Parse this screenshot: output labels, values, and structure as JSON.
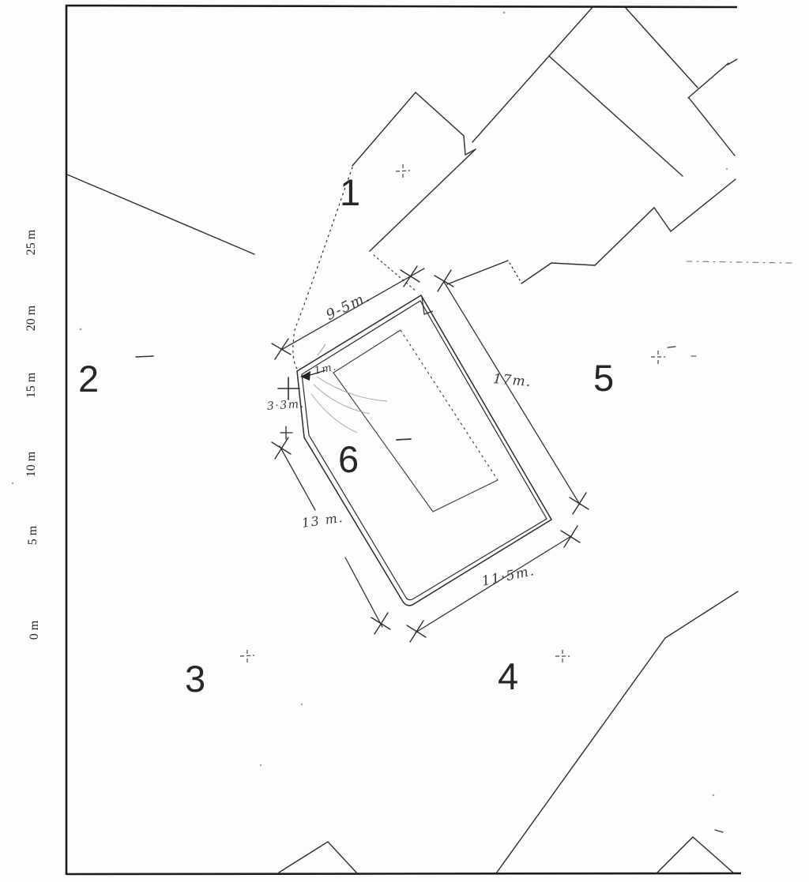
{
  "diagram": {
    "type": "scanned hand-drawn site survey plan",
    "scale_labels": [
      "25 m",
      "20 m",
      "15 m",
      "10 m",
      "5 m",
      "0 m"
    ],
    "area_labels": [
      "1",
      "2",
      "3",
      "4",
      "5",
      "6"
    ],
    "dimensions": {
      "north_edge": "9-5m.",
      "east_edge": "17m.",
      "west_edge": "3·3m.",
      "southwest_edge": "13 m.",
      "southeast_edge": "11·5m.",
      "corner_offset": "1m."
    }
  },
  "colors": {
    "paper": "#fdfdfb",
    "ink": "#2e2e2e",
    "faint": "#9a9a9a"
  }
}
